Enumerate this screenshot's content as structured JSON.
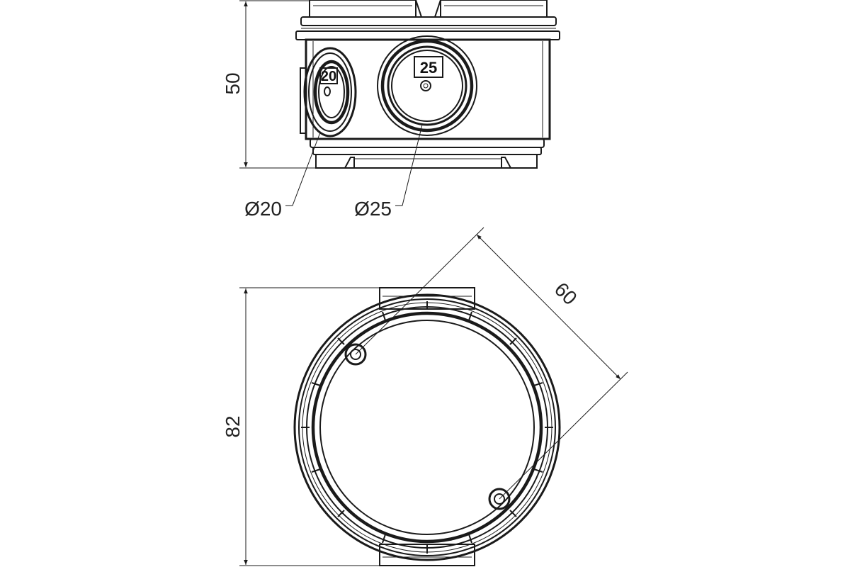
{
  "dimensions": {
    "height": "50",
    "diameter_small": "Ø20",
    "diameter_large": "Ø25",
    "width": "82",
    "screw_spacing": "60"
  },
  "knockout_marks": {
    "small": "20",
    "large": "25"
  }
}
